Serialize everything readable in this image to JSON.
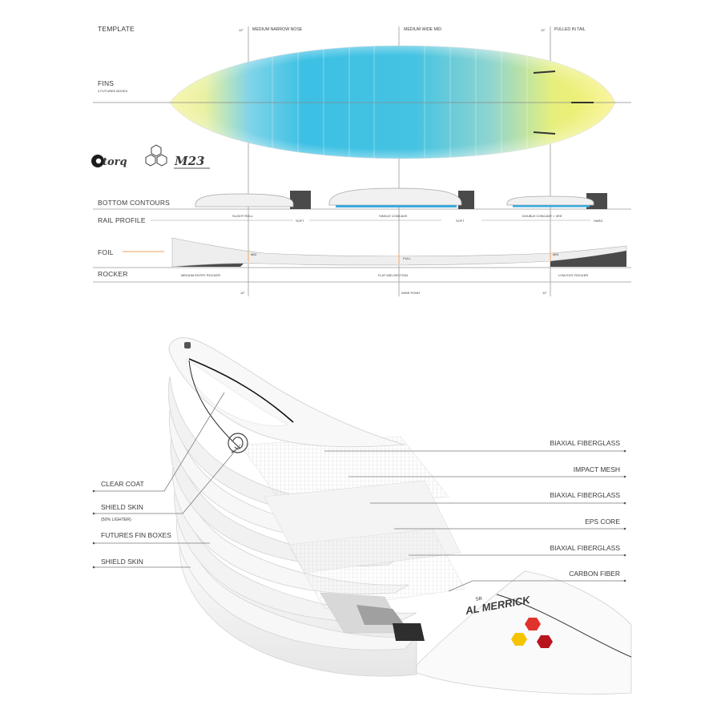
{
  "colors": {
    "board_cyan": "#3cc0e4",
    "board_yellow": "#f2f07a",
    "fin_mark": "#3a3a3a",
    "dark_block": "#4a4a4a",
    "concave_blue": "#3fa9dc",
    "foil_marker": "#f5a25a",
    "logo_red": "#e0322c",
    "logo_yellow": "#f5c400",
    "logo_dark_red": "#b8141e"
  },
  "specs": {
    "template_label": "TEMPLATE",
    "fins_label": "FINS",
    "fins_sub": "3 FUTURES BOXES",
    "nose_measure": "12\"",
    "nose_label": "MEDIUM NARROW NOSE",
    "mid_label": "MEDIUM WIDE MID",
    "tail_measure": "12\"",
    "tail_label": "PULLED IN TAIL",
    "bottom_label": "BOTTOM  CONTOURS",
    "rail_label": "RAIL PROFILE",
    "contour_nose": "SLIGHT ROLL",
    "contour_mid": "SINGLE CONCAVE",
    "contour_tail": "DOUBLE CONCAVE > VEE",
    "rail_nose": "SOFT",
    "rail_mid": "SOFT",
    "rail_tail": "HARD",
    "foil_label": "FOIL",
    "foil_nose": "MID",
    "foil_mid": "FULL",
    "foil_tail": "MID",
    "rocker_label": "ROCKER",
    "rocker_nose": "MEDIUM ENTRY ROCKER",
    "rocker_mid": "FLAT MID-SECTION",
    "rocker_tail": "LOW EXIT ROCKER",
    "bottom_nose_measure": "12\"",
    "wide_point": "WIDE POINT",
    "bottom_tail_measure": "12\""
  },
  "logos": {
    "torq": "torq",
    "model": "M23"
  },
  "layers": {
    "left": [
      "CLEAR COAT",
      "SHIELD SKIN",
      "(50% LIGHTER)",
      "FUTURES FIN BOXES",
      "SHIELD SKIN"
    ],
    "right": [
      "BIAXIAL FIBERGLASS",
      "IMPACT MESH",
      "BIAXIAL FIBERGLASS",
      "EPS CORE",
      "BIAXIAL FIBERGLASS",
      "CARBON FIBER"
    ]
  },
  "board_print": {
    "brand": "AL MERRICK",
    "sub": "SB"
  }
}
